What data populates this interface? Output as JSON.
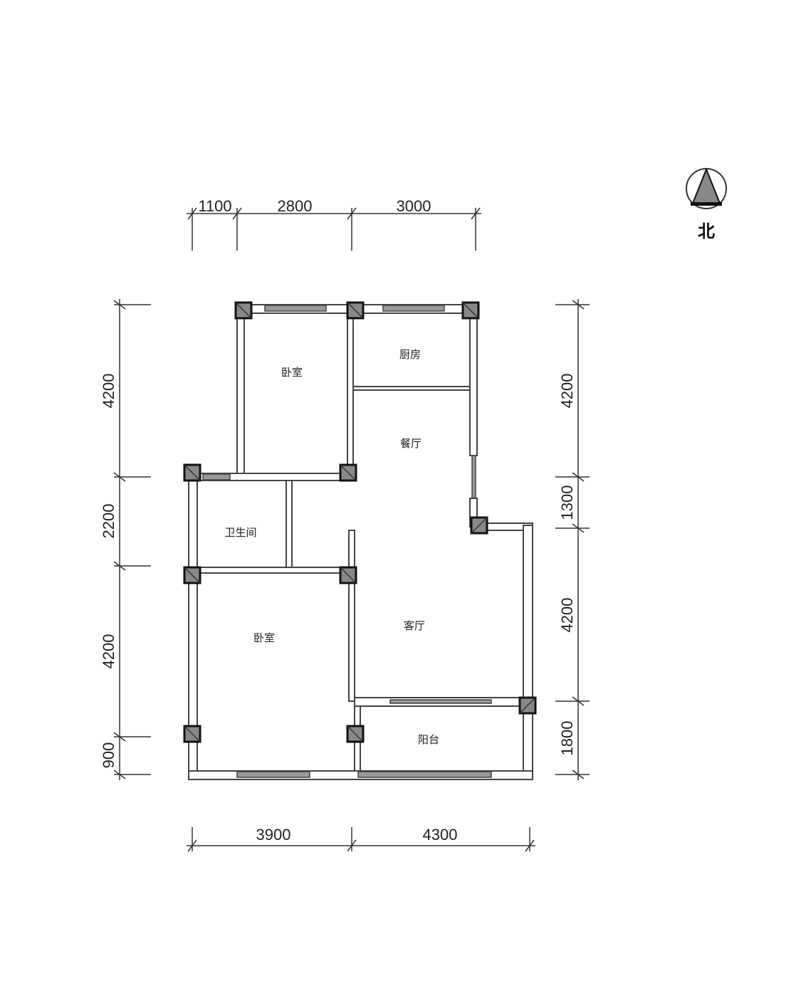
{
  "north": {
    "label": "北"
  },
  "rooms": {
    "bedroom_north": "卧室",
    "kitchen": "厨房",
    "dining": "餐厅",
    "bathroom": "卫生间",
    "bedroom_south": "卧室",
    "living": "客厅",
    "balcony": "阳台"
  },
  "dimensions": {
    "top": [
      "1100",
      "2800",
      "3000"
    ],
    "left": [
      "4200",
      "2200",
      "4200",
      "900"
    ],
    "right": [
      "4200",
      "1300",
      "4200",
      "1800"
    ],
    "bottom": [
      "3900",
      "4300"
    ]
  }
}
